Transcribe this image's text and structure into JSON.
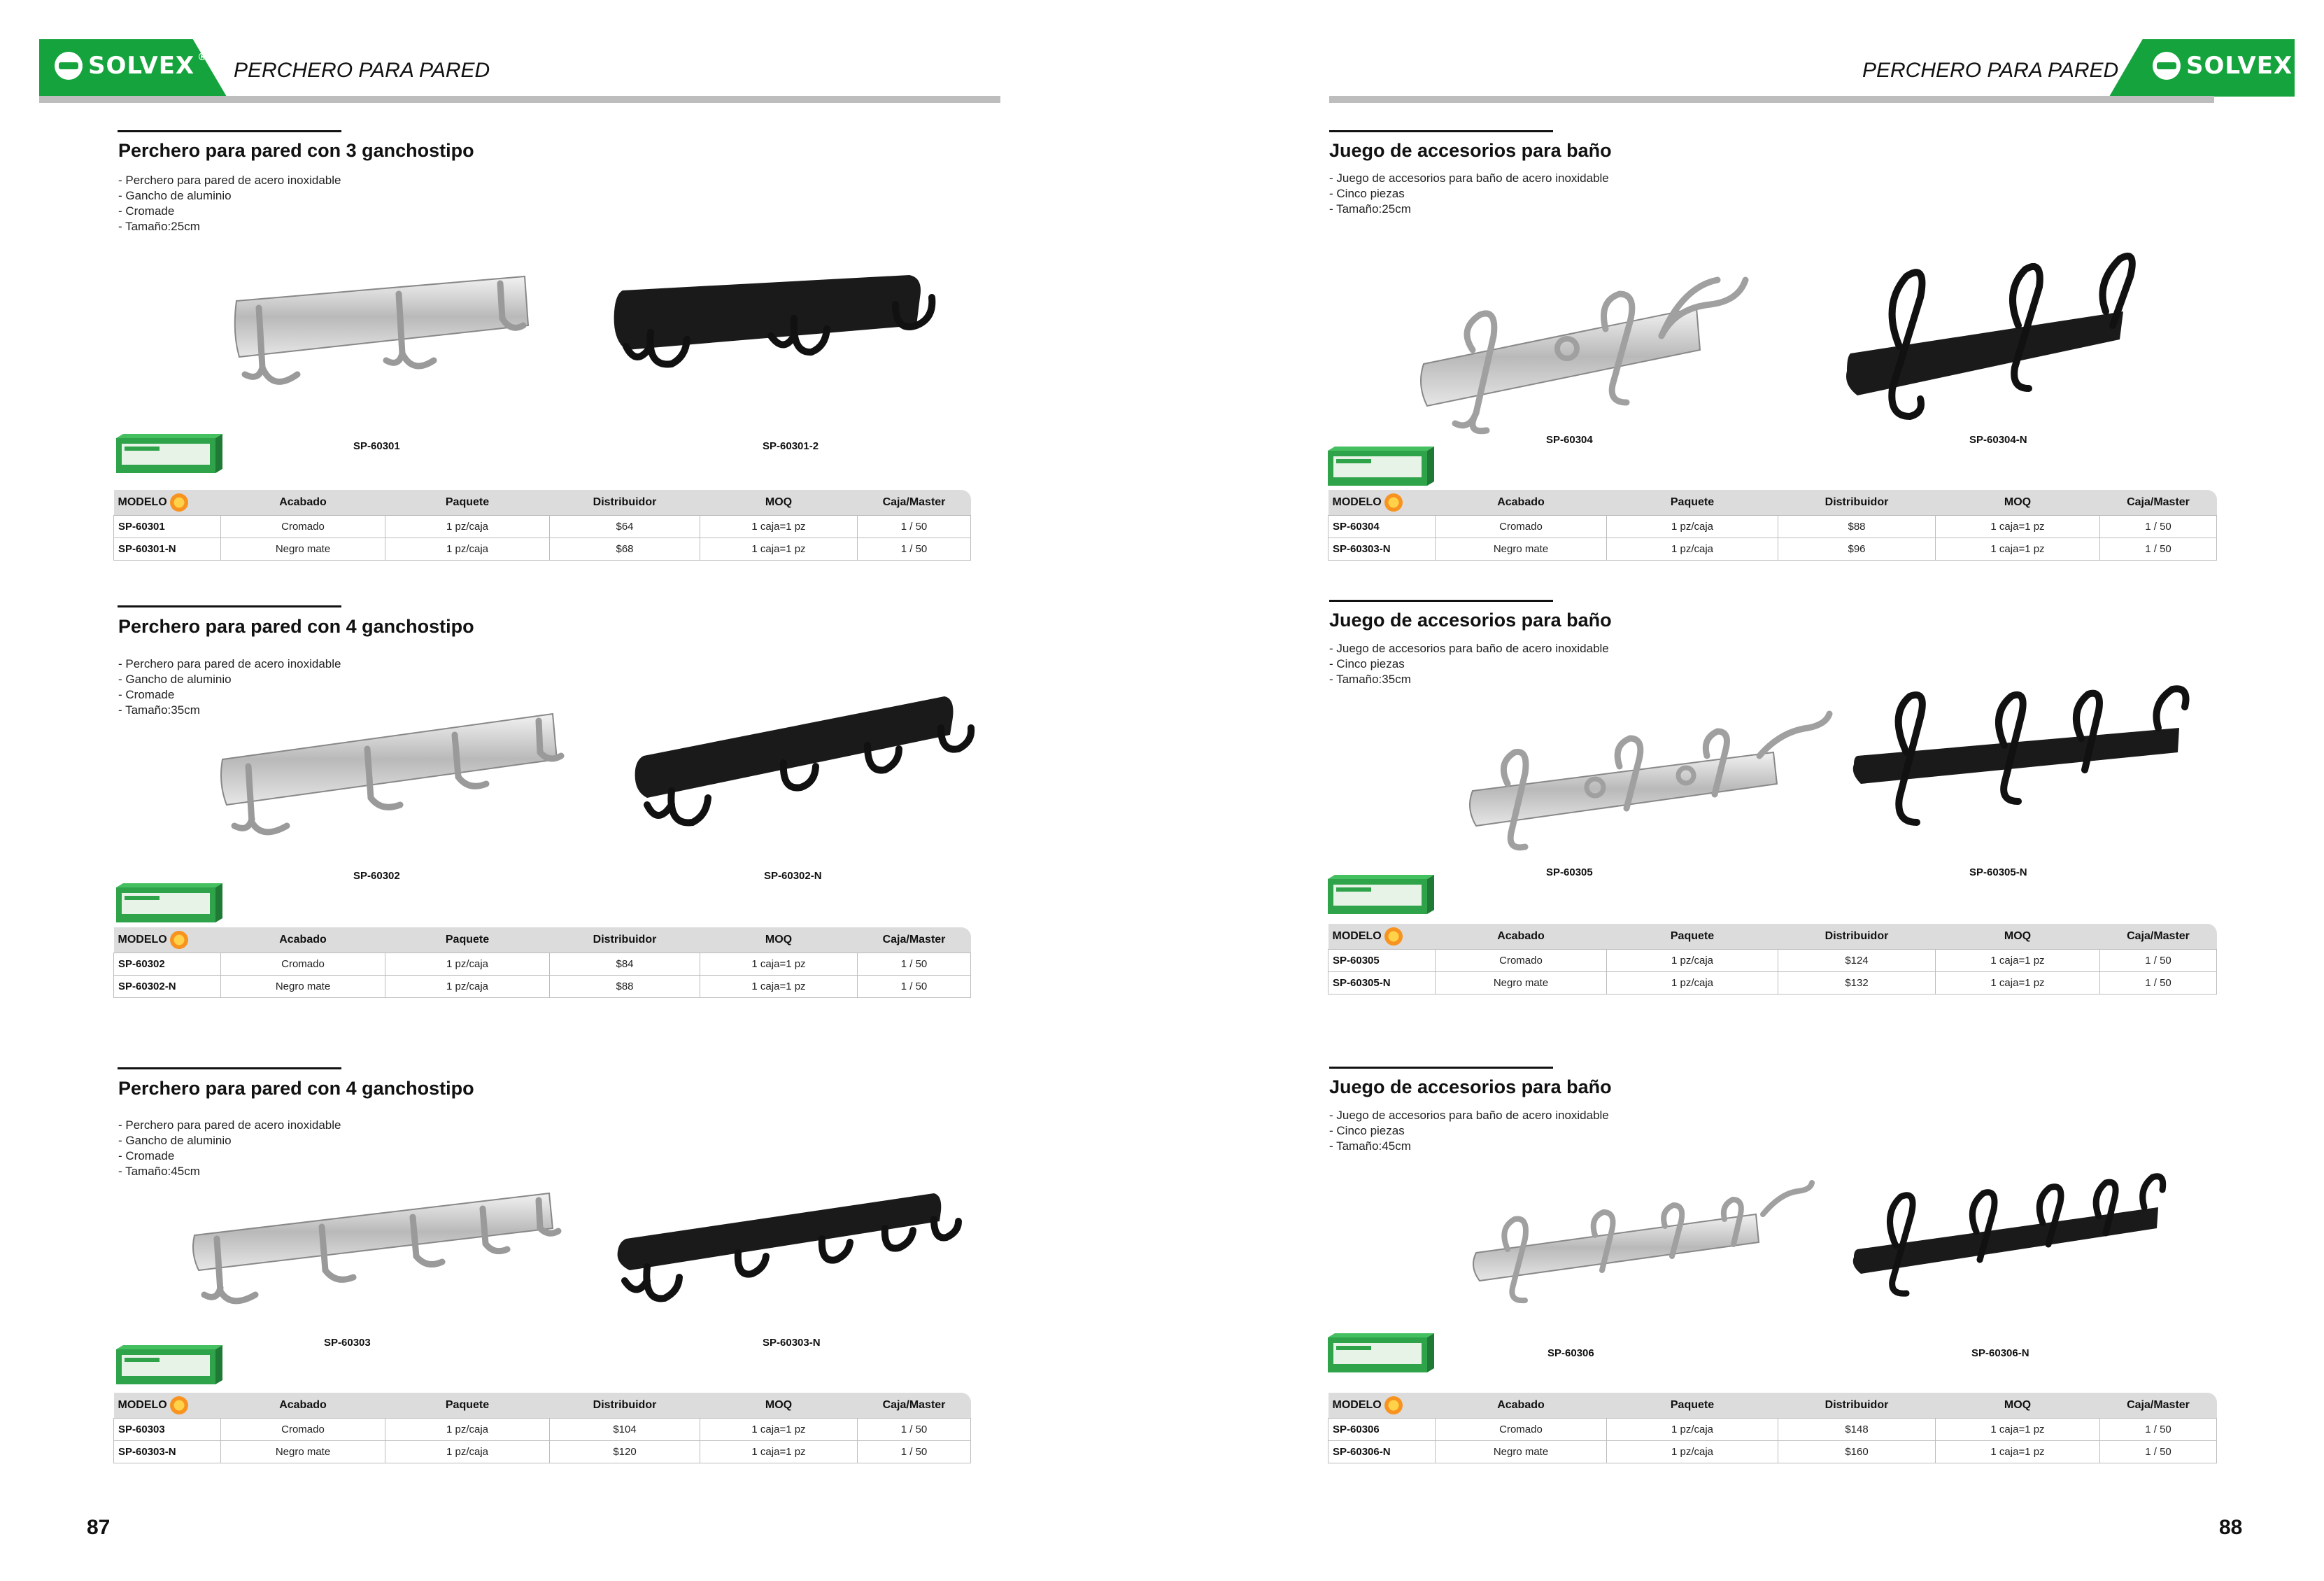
{
  "brand": {
    "name": "SOLVEX",
    "reg": "®"
  },
  "header": {
    "left_title": "PERCHERO PARA PARED",
    "right_title": "PERCHERO PARA PARED"
  },
  "table_headers": {
    "modelo": "MODELO",
    "acabado": "Acabado",
    "paquete": "Paquete",
    "distribuidor": "Distribuidor",
    "moq": "MOQ",
    "caja": "Caja/Master"
  },
  "pages": {
    "left": "87",
    "right": "88"
  },
  "left_sections": [
    {
      "title": "Perchero para pared con 3 ganchostipo",
      "bullets": [
        "- Perchero para pared de acero inoxidable",
        "- Gancho de aluminio",
        "- Cromade",
        "- Tamaño:25cm"
      ],
      "sku_a": "SP-60301",
      "sku_b": "SP-60301-2",
      "rows": [
        {
          "modelo": "SP-60301",
          "acabado": "Cromado",
          "paquete": "1 pz/caja",
          "distribuidor": "$64",
          "moq": "1 caja=1 pz",
          "caja": "1 / 50"
        },
        {
          "modelo": "SP-60301-N",
          "acabado": "Negro mate",
          "paquete": "1 pz/caja",
          "distribuidor": "$68",
          "moq": "1 caja=1 pz",
          "caja": "1 / 50"
        }
      ]
    },
    {
      "title": "Perchero para pared con 4 ganchostipo",
      "bullets": [
        "- Perchero para pared de acero inoxidable",
        "- Gancho de aluminio",
        "- Cromade",
        "- Tamaño:35cm"
      ],
      "sku_a": "SP-60302",
      "sku_b": "SP-60302-N",
      "rows": [
        {
          "modelo": "SP-60302",
          "acabado": "Cromado",
          "paquete": "1 pz/caja",
          "distribuidor": "$84",
          "moq": "1 caja=1 pz",
          "caja": "1 / 50"
        },
        {
          "modelo": "SP-60302-N",
          "acabado": "Negro mate",
          "paquete": "1 pz/caja",
          "distribuidor": "$88",
          "moq": "1 caja=1 pz",
          "caja": "1 / 50"
        }
      ]
    },
    {
      "title": "Perchero para pared con 4 ganchostipo",
      "bullets": [
        "- Perchero para pared de acero inoxidable",
        "- Gancho de aluminio",
        "- Cromade",
        "- Tamaño:45cm"
      ],
      "sku_a": "SP-60303",
      "sku_b": "SP-60303-N",
      "rows": [
        {
          "modelo": "SP-60303",
          "acabado": "Cromado",
          "paquete": "1 pz/caja",
          "distribuidor": "$104",
          "moq": "1 caja=1 pz",
          "caja": "1 / 50"
        },
        {
          "modelo": "SP-60303-N",
          "acabado": "Negro mate",
          "paquete": "1 pz/caja",
          "distribuidor": "$120",
          "moq": "1 caja=1 pz",
          "caja": "1 / 50"
        }
      ]
    }
  ],
  "right_sections": [
    {
      "title": "Juego de accesorios para baño",
      "bullets": [
        "- Juego de accesorios para baño de acero inoxidable",
        "- Cinco piezas",
        "- Tamaño:25cm"
      ],
      "sku_a": "SP-60304",
      "sku_b": "SP-60304-N",
      "rows": [
        {
          "modelo": "SP-60304",
          "acabado": "Cromado",
          "paquete": "1 pz/caja",
          "distribuidor": "$88",
          "moq": "1 caja=1 pz",
          "caja": "1 / 50"
        },
        {
          "modelo": "SP-60303-N",
          "acabado": "Negro mate",
          "paquete": "1 pz/caja",
          "distribuidor": "$96",
          "moq": "1 caja=1 pz",
          "caja": "1 / 50"
        }
      ]
    },
    {
      "title": "Juego de accesorios para baño",
      "bullets": [
        "- Juego de accesorios para baño de acero inoxidable",
        "- Cinco piezas",
        "- Tamaño:35cm"
      ],
      "sku_a": "SP-60305",
      "sku_b": "SP-60305-N",
      "rows": [
        {
          "modelo": "SP-60305",
          "acabado": "Cromado",
          "paquete": "1 pz/caja",
          "distribuidor": "$124",
          "moq": "1 caja=1 pz",
          "caja": "1 / 50"
        },
        {
          "modelo": "SP-60305-N",
          "acabado": "Negro mate",
          "paquete": "1 pz/caja",
          "distribuidor": "$132",
          "moq": "1 caja=1 pz",
          "caja": "1 / 50"
        }
      ]
    },
    {
      "title": "Juego de accesorios para baño",
      "bullets": [
        "- Juego de accesorios para baño de acero inoxidable",
        "- Cinco piezas",
        "- Tamaño:45cm"
      ],
      "sku_a": "SP-60306",
      "sku_b": "SP-60306-N",
      "rows": [
        {
          "modelo": "SP-60306",
          "acabado": "Cromado",
          "paquete": "1 pz/caja",
          "distribuidor": "$148",
          "moq": "1 caja=1 pz",
          "caja": "1 / 50"
        },
        {
          "modelo": "SP-60306-N",
          "acabado": "Negro mate",
          "paquete": "1 pz/caja",
          "distribuidor": "$160",
          "moq": "1 caja=1 pz",
          "caja": "1 / 50"
        }
      ]
    }
  ]
}
